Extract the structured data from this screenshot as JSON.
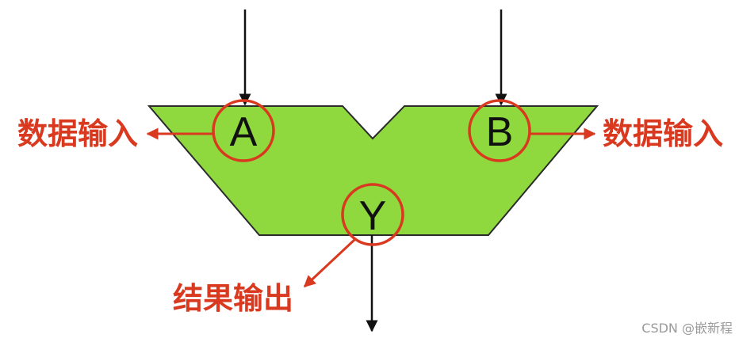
{
  "ports": {
    "a": "A",
    "b": "B",
    "y": "Y"
  },
  "callouts": {
    "left_input": "数据输入",
    "right_input": "数据输入",
    "output": "结果输出"
  },
  "watermark": "CSDN @嵌新程",
  "colors": {
    "alu_fill": "#8fd93f",
    "outline": "#2b2b2b",
    "callout": "#d8391f",
    "wire": "#111111"
  }
}
